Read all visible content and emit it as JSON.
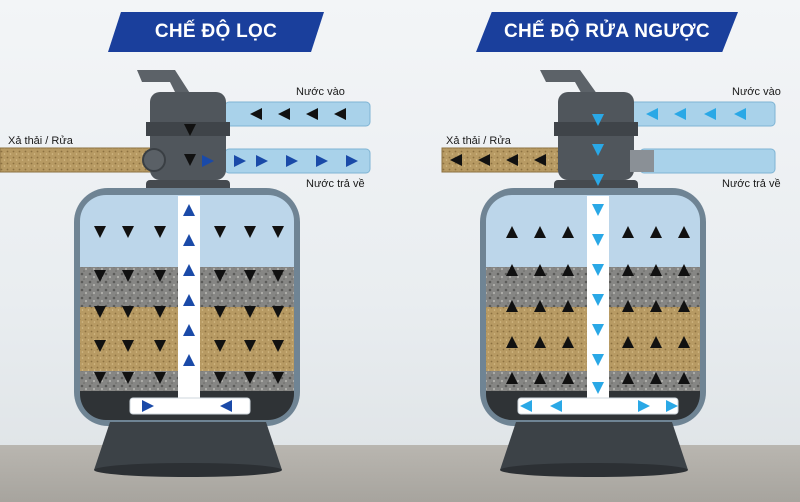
{
  "panels": [
    {
      "title": "CHẾ ĐỘ LỌC",
      "inlet_label": "Nước vào",
      "return_label": "Nước trả về",
      "waste_label": "Xả thải / Rửa"
    },
    {
      "title": "CHẾ ĐỘ RỬA NGƯỢC",
      "inlet_label": "Nước vào",
      "return_label": "Nước trả về",
      "waste_label": "Xả thải / Rửa"
    }
  ],
  "colors": {
    "banner": "#1a3f9c",
    "filter_arrow": "#1a4aa8",
    "backwash_arrow": "#2aa8e6",
    "down_arrow": "#111111",
    "water": "#bcd6ea",
    "pipe": "#a9d2ea",
    "valve": "#50565c",
    "tank_shell": "#6f8494",
    "gravel": "#868684",
    "sand": "#b79a63",
    "base": "#3c4247"
  }
}
